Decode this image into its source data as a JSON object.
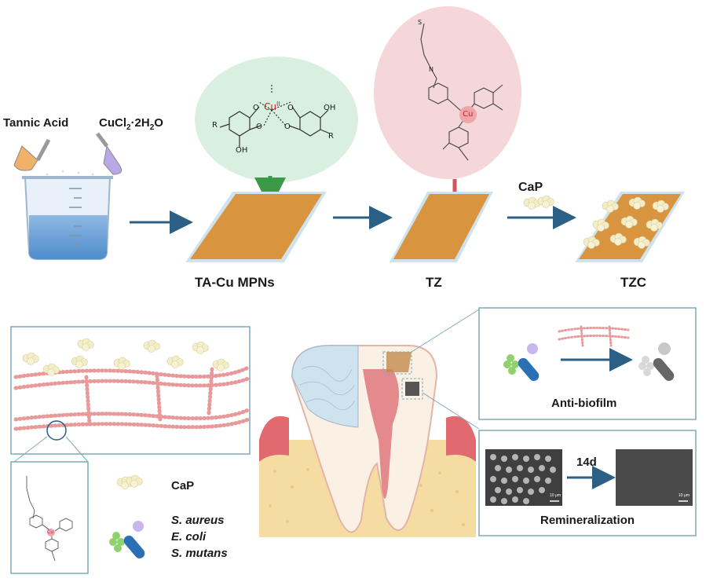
{
  "reagents": {
    "tannic_acid": "Tannic Acid",
    "copper_chloride": "CuCl",
    "copper_chloride_sub1": "2",
    "copper_chloride_mid": "·2H",
    "copper_chloride_sub2": "2",
    "copper_chloride_end": "O"
  },
  "stages": [
    {
      "label": "TA-Cu MPNs"
    },
    {
      "label": "TZ"
    },
    {
      "label": "TZC"
    }
  ],
  "cap_label": "CaP",
  "chem": {
    "cu_ii_base": "Cu",
    "cu_ii_sup": "II",
    "cu": "Cu",
    "cu_small": "Cu",
    "o": "O",
    "oh": "OH",
    "r": "R",
    "n": "N",
    "s": "S"
  },
  "panels": {
    "antibiofilm_label": "Anti-biofilm",
    "remineral_label": "Remineralization",
    "remineral_time": "14d",
    "scale_bar": "10 μm"
  },
  "legend": {
    "cap": "CaP",
    "bacteria": [
      "S. aureus",
      "E. coli",
      "S. mutans"
    ]
  },
  "colors": {
    "arrow": "#2c5f86",
    "film": "#d8943f",
    "plate": "#cfe3ef",
    "cu_bubble": "#d9efe0",
    "tz_bubble": "#f6d7d9",
    "fiber": "#e89a9a",
    "gum": "#e06a70",
    "bone": "#f4dca3"
  }
}
